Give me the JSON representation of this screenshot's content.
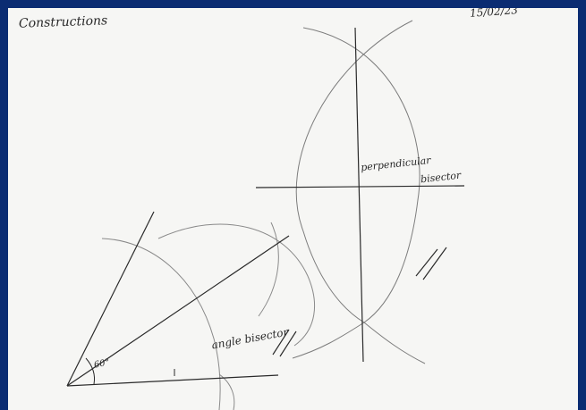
{
  "notebook": {
    "title": "Constructions",
    "date": "15/02/23"
  },
  "labels": {
    "perpendicular_word": "perpendicular",
    "bisector_word": "bisector",
    "angle_bisector": "angle bisector",
    "angle_value": "60°"
  },
  "colors": {
    "frame": "#0b2c72",
    "paper": "#f6f6f4",
    "ink_pen": "#2a2a2a",
    "ink_pencil": "#7a7a7a"
  }
}
